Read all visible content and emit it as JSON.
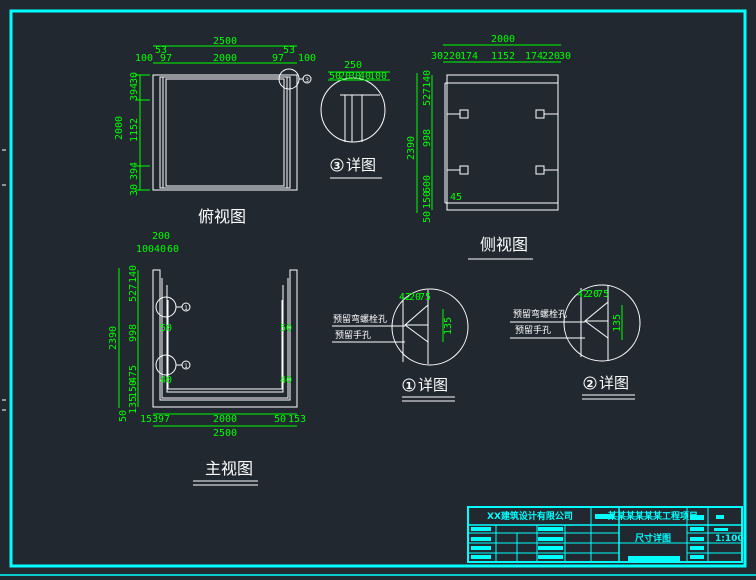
{
  "colors": {
    "background": "#212830",
    "frame": "#00ffff",
    "geometry": "#ffffff",
    "dimension": "#00ff00"
  },
  "top_view": {
    "title": "俯视图",
    "callout": "3",
    "dims": {
      "overall": "2500",
      "inner": "2000",
      "left_a": "100",
      "left_b": "53",
      "left_c": "97",
      "right_c": "97",
      "right_b": "53",
      "right_a": "100",
      "v_a": "30",
      "v_b": "394",
      "v_mid": "1152",
      "v_c": "394",
      "v_d": "30",
      "v_total": "2000"
    }
  },
  "detail3": {
    "label_num": "3",
    "label": "详图",
    "dims": {
      "total": "250",
      "a": "50",
      "b": "20",
      "c": "30",
      "d": "40",
      "e": "100"
    }
  },
  "side_view": {
    "title": "侧视图",
    "dims": {
      "overall": "2000",
      "a": "30",
      "b": "220",
      "c": "174",
      "mid": "1152",
      "d": "174",
      "e": "220",
      "f": "30",
      "v_total": "2390",
      "v_a": "140",
      "v_b": "527",
      "v_c": "998",
      "v_d": "600",
      "v_e": "150",
      "v_f": "50",
      "diag": "45"
    }
  },
  "front_view": {
    "title": "主视图",
    "callout_1": "1",
    "callout_2": "1",
    "dims": {
      "top": "200",
      "top_a": "100",
      "top_b": "40",
      "top_c": "60",
      "v_total": "2390",
      "v_a": "140",
      "v_b": "527",
      "v_c": "998",
      "v_d": "475",
      "v_e": "150",
      "v_f": "135",
      "v_g": "50",
      "inner_a": "50",
      "inner_b": "40",
      "bottom_l1": "153",
      "bottom_l2": "97",
      "bottom_mid": "2000",
      "bottom_r1": "50",
      "bottom_r2": "153",
      "overall": "2500"
    }
  },
  "detail1": {
    "label_num": "1",
    "label": "详图",
    "leader_1": "预留弯螺栓孔",
    "leader_2": "预留手孔",
    "dims": {
      "a": "42",
      "b": "20",
      "c": "75",
      "v": "135"
    }
  },
  "detail2": {
    "label_num": "2",
    "label": "详图",
    "leader_1": "预留弯螺栓孔",
    "leader_2": "预留手孔",
    "dims": {
      "a": "42",
      "b": "20",
      "c": "75",
      "v": "135"
    }
  },
  "title_block": {
    "company": "XX建筑设计有限公司",
    "project": "某某某某某某工程项目",
    "drawing_name": "尺寸详图",
    "scale": "1:100"
  }
}
